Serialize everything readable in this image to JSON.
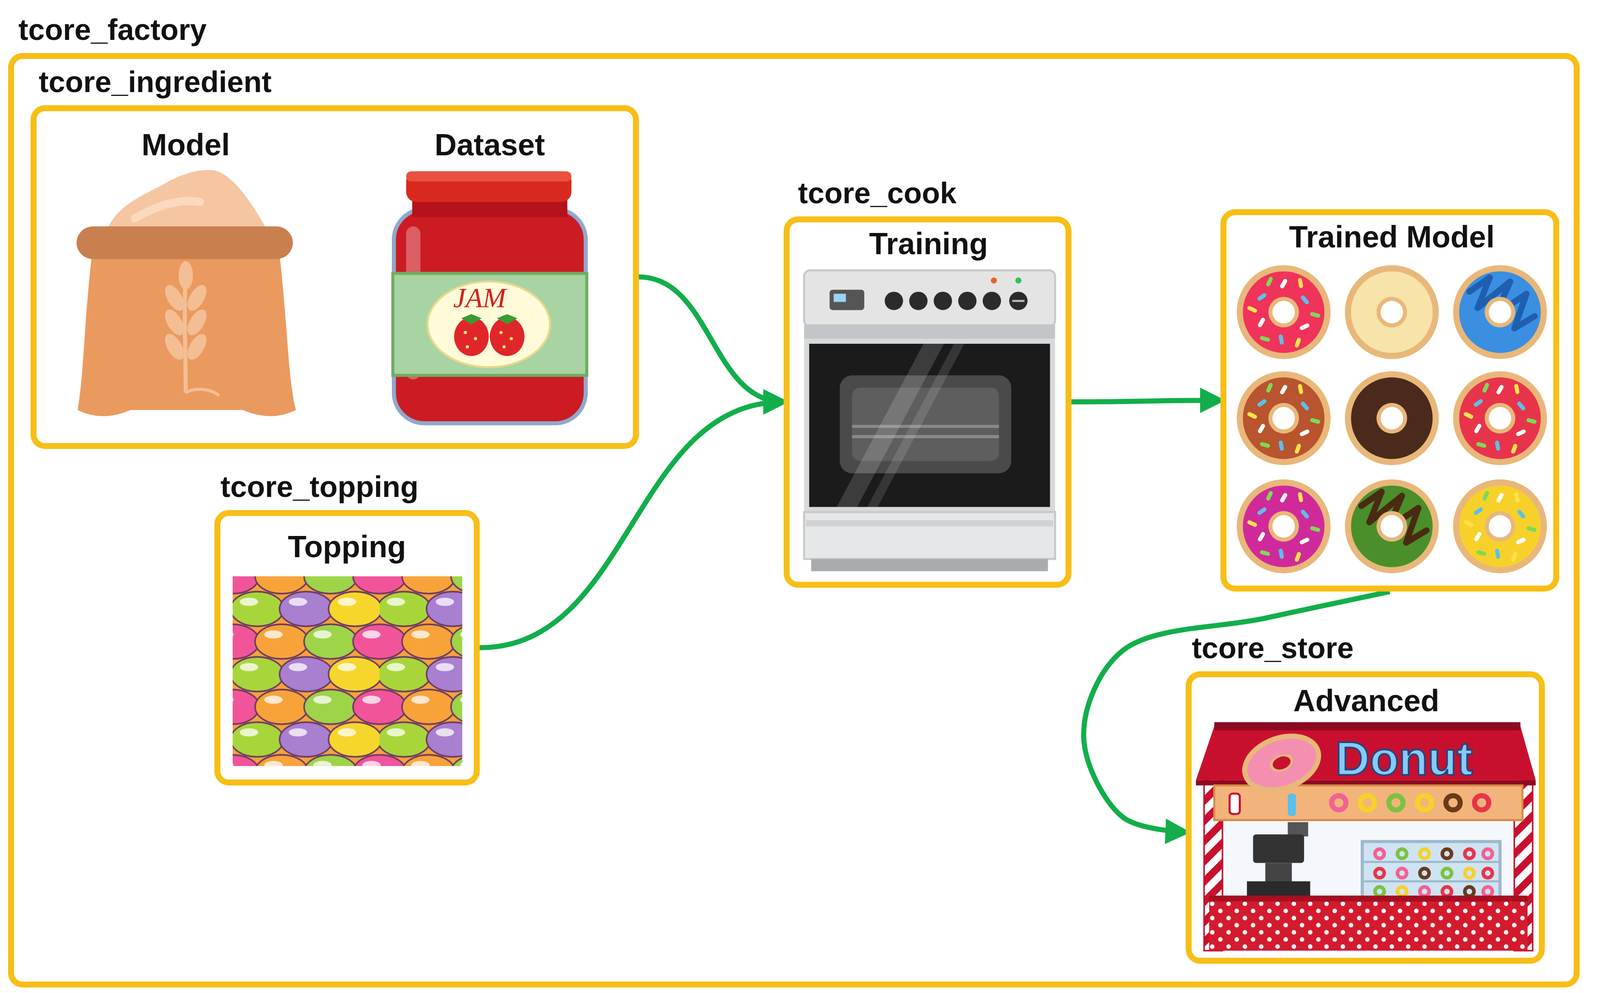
{
  "diagram": {
    "nodes": [
      {
        "text": [
          "tcore_factory"
        ]
      },
      {
        "text": [
          "tcore_ingredient",
          "Model",
          "Dataset"
        ],
        "in": 0
      },
      {
        "text": [
          "tcore_cook",
          "Training"
        ],
        "in": 0
      },
      {
        "text": [
          "Trained Model"
        ],
        "in": 0
      },
      {
        "text": [
          "tcore_topping",
          "Topping"
        ],
        "in": 0
      },
      {
        "text": [
          "tcore_store",
          "Advanced"
        ],
        "in": 0
      }
    ],
    "edges": [
      {
        "from": 1,
        "to": 2,
        "arrow": "to"
      },
      {
        "from": 4,
        "to": 2,
        "arrow": "to"
      },
      {
        "from": 2,
        "to": 3,
        "arrow": "to"
      },
      {
        "from": 3,
        "to": 5,
        "arrow": "to"
      }
    ],
    "labels": [
      "JAM",
      "Donut"
    ]
  }
}
